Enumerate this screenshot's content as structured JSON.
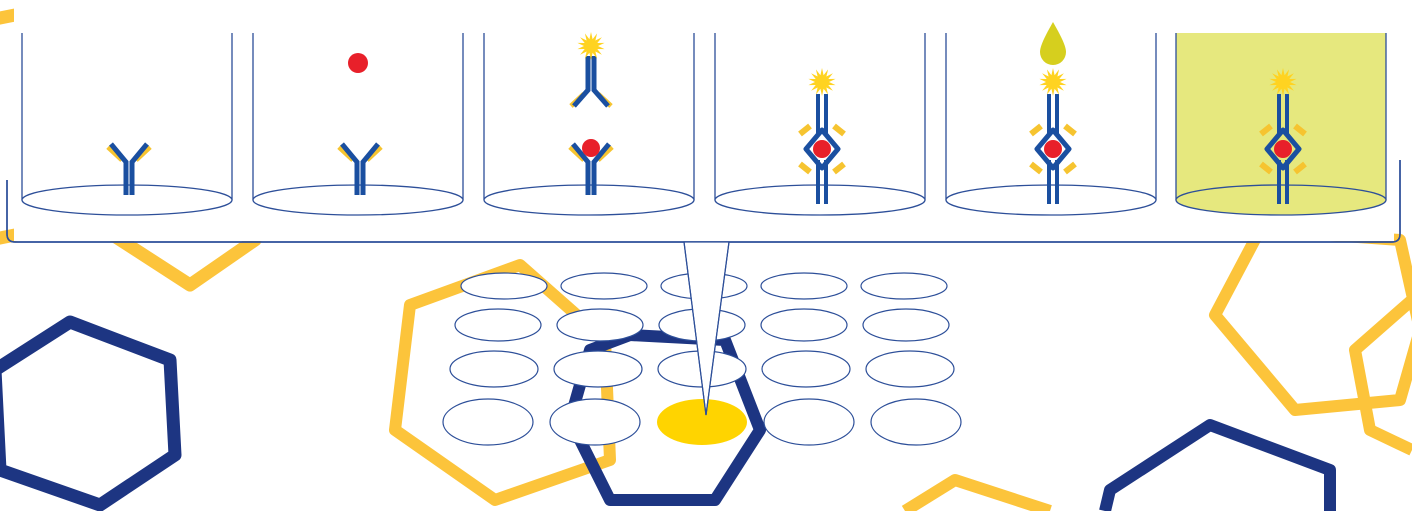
{
  "diagram": {
    "type": "sandwich-elisa-steps",
    "step_count": 6,
    "steps": [
      {
        "step": 1,
        "contents": [
          "capture-antibody"
        ]
      },
      {
        "step": 2,
        "contents": [
          "capture-antibody",
          "antigen"
        ]
      },
      {
        "step": 3,
        "contents": [
          "capture-antibody-antigen-complex",
          "detection-antibody-with-enzyme"
        ]
      },
      {
        "step": 4,
        "contents": [
          "sandwich-complex"
        ]
      },
      {
        "step": 5,
        "contents": [
          "sandwich-complex",
          "substrate-drop"
        ]
      },
      {
        "step": 6,
        "contents": [
          "sandwich-complex",
          "color-signal"
        ],
        "well_fill": "#e6e87e"
      }
    ],
    "well_plate": {
      "rows": 4,
      "columns": 5,
      "highlighted_well": {
        "row": 4,
        "column": 3
      }
    }
  },
  "colors": {
    "antibody": "#1a4fa0",
    "antibody_light_chain": "#f6c430",
    "antigen": "#e8202a",
    "enzyme": "#ffd321",
    "substrate": "#d6cf1e",
    "signal_fill": "#e6e87e",
    "highlight_well": "#ffd400",
    "outline": "#2d4f99",
    "hex_navy": "#1d3582",
    "hex_gold": "#fcc43b"
  }
}
